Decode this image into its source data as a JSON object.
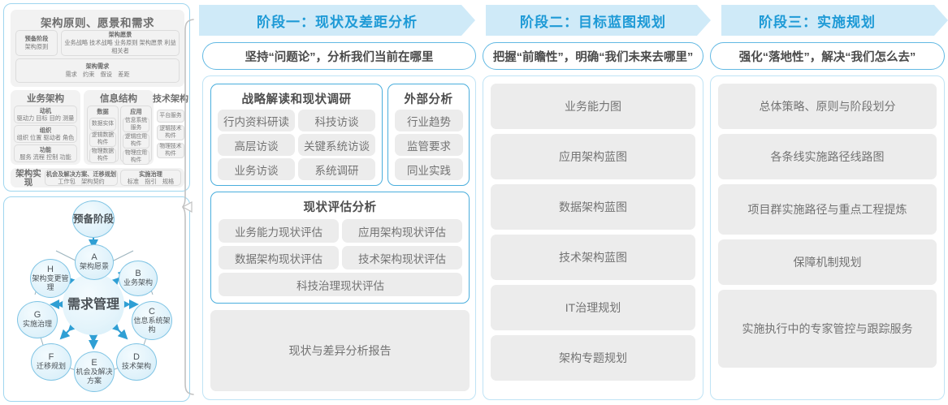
{
  "left_panel": {
    "framework": {
      "principles_block_title": "架构原则、愿景和需求",
      "prep_stage": {
        "title": "预备阶段",
        "sub": "架构原则"
      },
      "arch_vision": {
        "title": "架构愿景",
        "sub": "业务战略 技术战略 业务原则 架构愿景 利益相关者"
      },
      "arch_requirement": {
        "title": "架构需求",
        "sub": "需求　约束　假设　差距"
      },
      "columns": [
        {
          "title": "业务架构",
          "items": [
            {
              "title": "动机",
              "sub": "驱动力 目标 目的 测量"
            },
            {
              "title": "组织",
              "sub": "组织 位置 驱动者 角色"
            },
            {
              "title": "功能",
              "sub": "服务 流程 控制 功能"
            }
          ]
        },
        {
          "title": "信息结构",
          "subcolumns": [
            {
              "title": "数据",
              "items": [
                "数据实体",
                "逻辑数据构件",
                "物理数据构件"
              ]
            },
            {
              "title": "应用",
              "items": [
                "信息系统服务",
                "逻辑应用构件",
                "物理应用构件"
              ]
            }
          ]
        },
        {
          "title": "技术架构",
          "items": [
            "平台服务",
            "逻辑技术构件",
            "物理技术构件"
          ]
        }
      ],
      "implementation": {
        "title": "架构实现",
        "items": [
          {
            "title": "机会及解决方案、迁移规划",
            "sub": "工作包　架构契约"
          },
          {
            "title": "实施治理",
            "sub": "标准　指引　规格"
          }
        ]
      }
    },
    "adm_cycle": {
      "center": "需求管理",
      "top_node": "预备阶段",
      "nodes": [
        {
          "key": "A",
          "label": "架构愿景"
        },
        {
          "key": "B",
          "label": "业务架构"
        },
        {
          "key": "C",
          "label": "信息系统架构"
        },
        {
          "key": "D",
          "label": "技术架构"
        },
        {
          "key": "E",
          "label": "机会及解决方案"
        },
        {
          "key": "F",
          "label": "迁移规划"
        },
        {
          "key": "G",
          "label": "实施治理"
        },
        {
          "key": "H",
          "label": "架构变更管理"
        }
      ]
    }
  },
  "phases": [
    {
      "header": "阶段一：现状及差距分析",
      "subtitle": "坚持“问题论”，分析我们当前在哪里",
      "groups": [
        {
          "title": "战略解读和现状调研",
          "items": [
            "行内资料研读",
            "科技访谈",
            "高层访谈",
            "关键系统访谈",
            "业务访谈",
            "系统调研"
          ]
        },
        {
          "title": "外部分析",
          "items": [
            "行业趋势",
            "监管要求",
            "同业实践"
          ]
        },
        {
          "title": "现状评估分析",
          "items": [
            "业务能力现状评估",
            "应用架构现状评估",
            "数据架构现状评估",
            "技术架构现状评估",
            "科技治理现状评估"
          ]
        }
      ],
      "deliverable": "现状与差异分析报告"
    },
    {
      "header": "阶段二：目标蓝图规划",
      "subtitle": "把握“前瞻性”，明确“我们未来去哪里”",
      "items": [
        "业务能力图",
        "应用架构蓝图",
        "数据架构蓝图",
        "技术架构蓝图",
        "IT治理规划",
        "架构专题规划"
      ]
    },
    {
      "header": "阶段三：实施规划",
      "subtitle": "强化“落地性”，解决“我们怎么去”",
      "items": [
        "总体策略、原则与阶段划分",
        "各条线实施路径线路图",
        "项目群实施路径与重点工程提炼",
        "保障机制规划",
        "实施执行中的专家管控与跟踪服务"
      ]
    }
  ],
  "colors": {
    "band": "#cfeaf8",
    "header_text": "#1e9ad6",
    "group_border": "#4aaedd",
    "pill_bg": "#ececec",
    "panel_border": "#bfe3f5",
    "node_border": "#7fc4e4",
    "brace": "#bdbdbd"
  }
}
